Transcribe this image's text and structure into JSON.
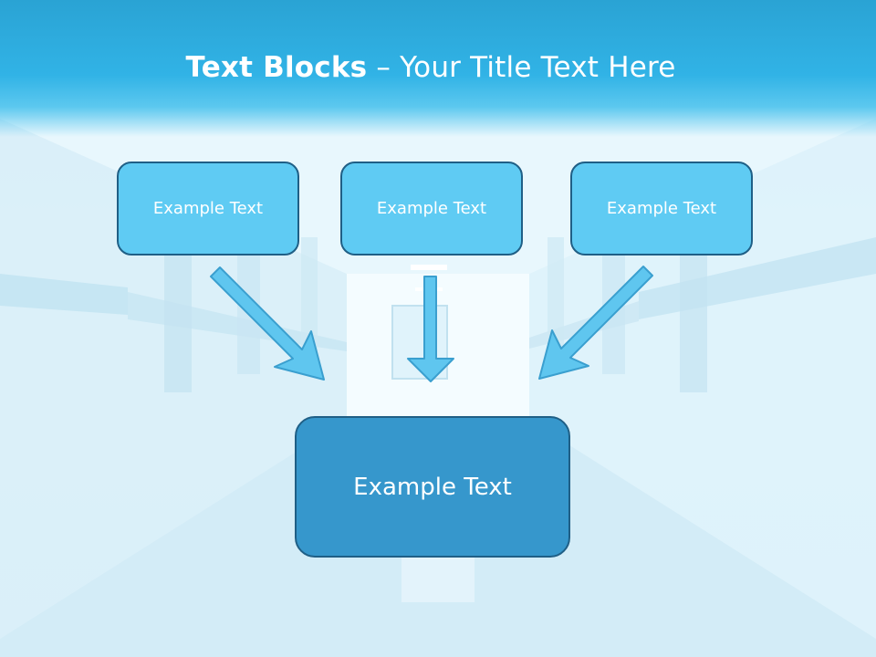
{
  "header": {
    "title_bold": "Text Blocks",
    "title_rest": " – Your Title Text Here"
  },
  "diagram": {
    "top_blocks": [
      {
        "label": "Example Text"
      },
      {
        "label": "Example Text"
      },
      {
        "label": "Example Text"
      }
    ],
    "target_block": {
      "label": "Example Text"
    }
  },
  "colors": {
    "header": "#31b3e6",
    "top_block_fill": "#5fcbf3",
    "target_block_fill": "#3697cc",
    "border": "#1f5f86",
    "arrow_fill": "#5fc6ef"
  }
}
